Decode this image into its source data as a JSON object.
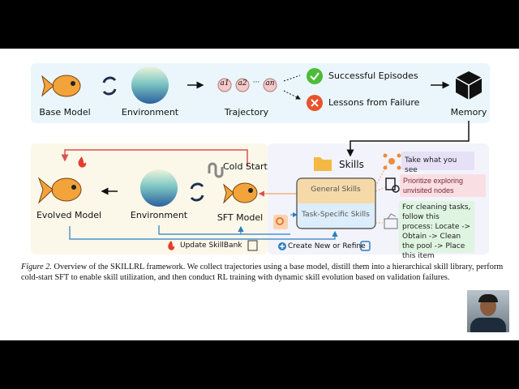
{
  "top_row": {
    "base_model": "Base Model",
    "environment": "Environment",
    "trajectory": "Trajectory",
    "traj_actions": [
      "a1",
      "a2",
      "an"
    ],
    "traj_ellipsis": "···",
    "success": "Successful Episodes",
    "failure": "Lessons from Failure",
    "memory": "Memory"
  },
  "bottom_left": {
    "evolved_model": "Evolved Model",
    "environment": "Environment",
    "sft_model": "SFT Model",
    "cold_start": "Cold Start",
    "update_skillbank": "Update SkillBank"
  },
  "skills": {
    "title": "Skills",
    "general": "General Skills",
    "task_specific": "Task-Specific Skills",
    "create_refine": "Create New or Refine",
    "examples": [
      "Take what you see",
      "Prioritize exploring unvisited nodes",
      "For cleaning tasks, follow this process: Locate -> Obtain -> Clean the pool -> Place this item"
    ]
  },
  "caption": {
    "label": "Figure 2.",
    "text": "Overview of the SKILLRL framework. We collect trajectories using a base model, distill them into a hierarchical skill library, perform cold-start SFT to enable skill utilization, and then conduct RL training with dynamic skill evolution based on validation failures."
  },
  "colors": {
    "top_panel": "#eaf6fb",
    "left_panel": "#fbf8ea",
    "right_panel": "#f3f3fb",
    "general": "#f5d9a8",
    "task": "#dcedfb",
    "red": "#d9534f",
    "blue": "#2a7fc0"
  }
}
